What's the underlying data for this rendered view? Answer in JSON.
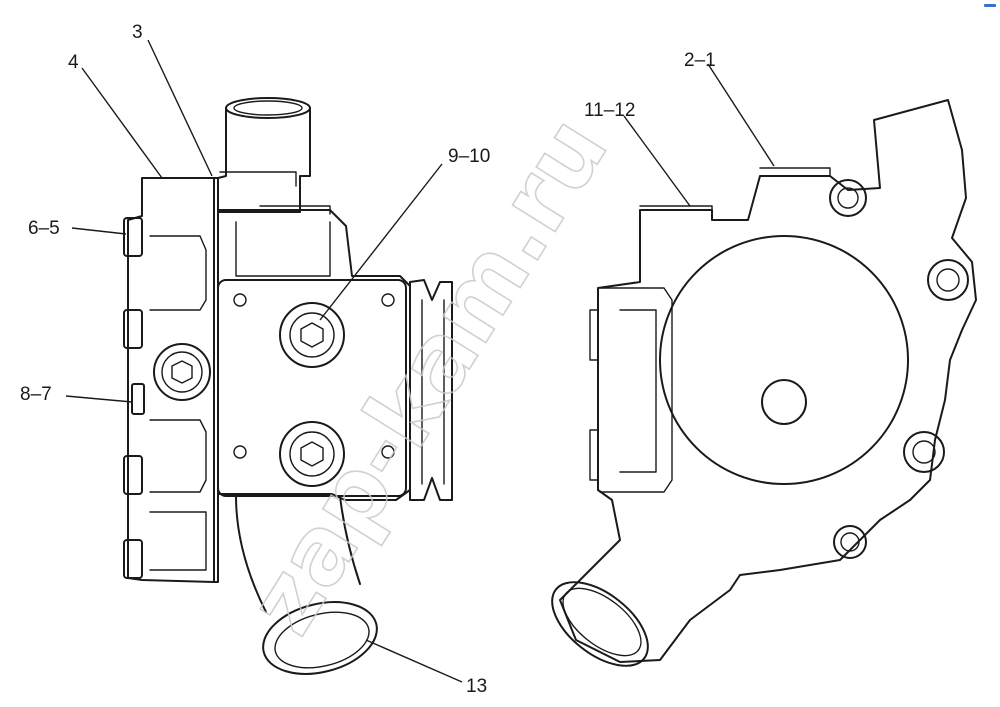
{
  "callouts": {
    "c3": "3",
    "c4": "4",
    "c6_5": "6–5",
    "c8_7": "8–7",
    "c9_10": "9–10",
    "c13": "13",
    "c2_1": "2–1",
    "c11_12": "11–12"
  },
  "watermark": "zap-kam.ru",
  "colors": {
    "ink": "#1a1a1a",
    "watermark": "#c9c9c9"
  }
}
